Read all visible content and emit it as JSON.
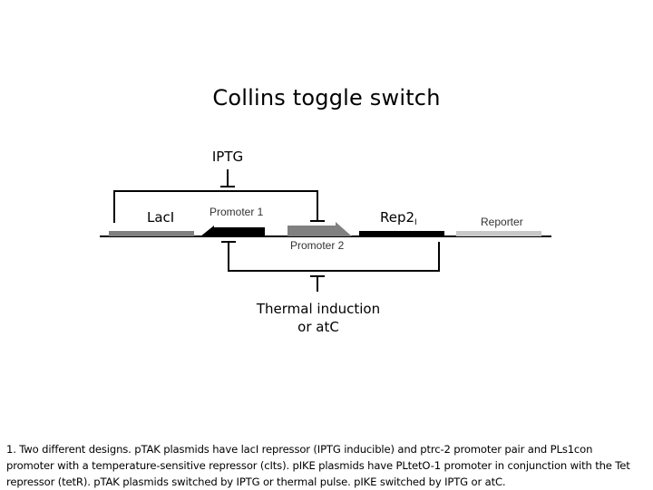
{
  "title": "Collins toggle switch",
  "diagram": {
    "inducers": {
      "top": "IPTG",
      "bottom_line1": "Thermal induction",
      "bottom_line2": "or atC"
    },
    "genes": {
      "laci": "LacI",
      "rep2_main": "Rep2",
      "rep2_sub": "I",
      "reporter": "Reporter"
    },
    "promoters": {
      "p1": "Promoter 1",
      "p2": "Promoter 2"
    },
    "colors": {
      "laci": "#808080",
      "promoter1": "#000000",
      "promoter2": "#808080",
      "rep2": "#000000",
      "reporter": "#c8c8c8",
      "backbone": "#000000"
    }
  },
  "footnote": {
    "lines": [
      "1. Two different designs. pTAK plasmids have lacI repressor (IPTG inducible) and ptrc-2 promoter pair and  PLs1con",
      "promoter with a temperature-sensitive repressor (cIts). pIKE plasmids have PLtetO-1 promoter in conjunction with the Tet",
      "repressor (tetR). pTAK plasmids switched by IPTG or thermal pulse. pIKE switched by IPTG or atC."
    ]
  }
}
